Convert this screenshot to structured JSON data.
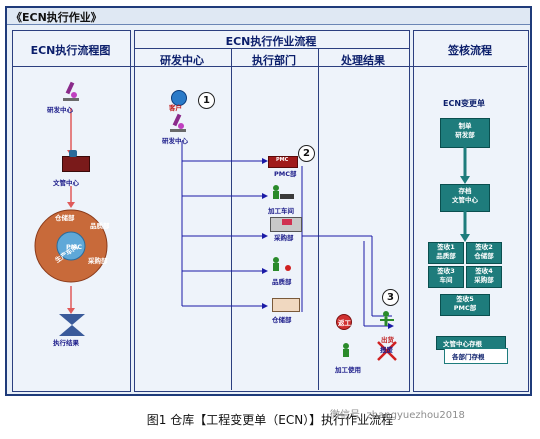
{
  "title": "《ECN执行作业》",
  "columns": {
    "left": "ECN执行流程图",
    "middle_group": "ECN执行作业流程",
    "rd": "研发中心",
    "exec": "执行部门",
    "result": "处理结果",
    "approval": "签核流程"
  },
  "left_flow": {
    "rd": "研发中心",
    "doc": "文管中心",
    "ring": {
      "top_left": "仓储部",
      "top_right": "品质部",
      "center": "PMC",
      "bottom_left": "生产车间",
      "bottom_right": "采购部"
    },
    "end": "执行结果"
  },
  "rd_col": {
    "customer": "客户",
    "rd": "研发中心",
    "step": "1"
  },
  "exec_col": {
    "step": "2",
    "pmc": "PMC",
    "pmc_dept": "PMC部",
    "workshop": "加工车间",
    "purchase": "采购部",
    "quality": "品质部",
    "warehouse": "仓储部"
  },
  "result_col": {
    "step": "3",
    "rework": "返工",
    "ship": "出货",
    "scrap": "报废",
    "process_use": "加工使用"
  },
  "approval": {
    "title": "ECN变更单",
    "make": "制单",
    "rd_dept": "研发部",
    "archive": "存档",
    "doc_center": "文管中心",
    "sign1": "签收1",
    "quality_dept": "品质部",
    "sign2": "签收2",
    "warehouse_dept": "仓储部",
    "sign3": "签收3",
    "workshop": "车间",
    "sign4": "签收4",
    "purchase_dept": "采购部",
    "sign5": "签收5",
    "pmc_dept": "PMC部",
    "doc_archive": "文管中心存根",
    "dept_archive": "各部门存根"
  },
  "caption": "图1 仓库【工程变更单（ECN）】执行作业流程",
  "watermark": "微信号: zhangyuezhou2018",
  "colors": {
    "frame": "#1f3b7a",
    "teal": "#1e7c7c",
    "arrow": "#e05a5a",
    "flow": "#1a1aa6",
    "ring": "#c85a2a"
  }
}
